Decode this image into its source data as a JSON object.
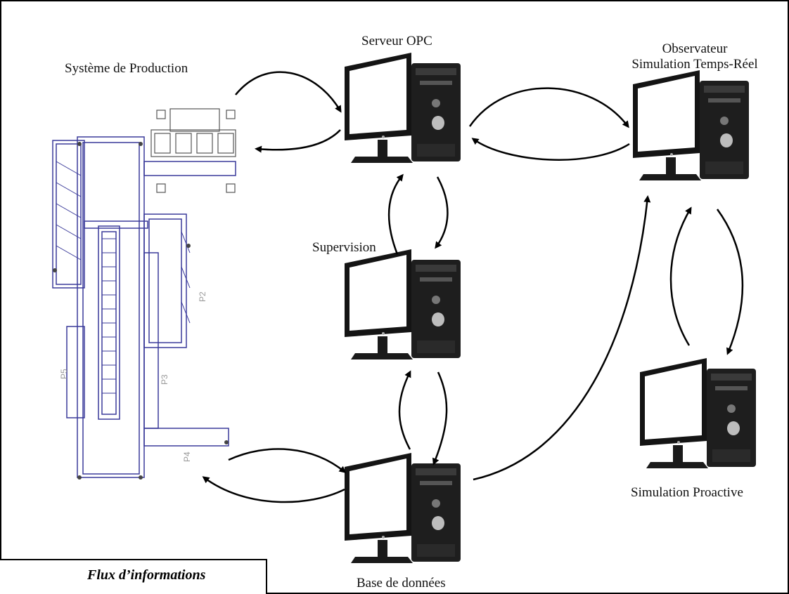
{
  "labels": {
    "production": "Système de Production",
    "opc": "Serveur OPC",
    "observer_line1": "Observateur",
    "observer_line2": "Simulation Temps-Réel",
    "supervision": "Supervision",
    "database": "Base de données",
    "proactive": "Simulation Proactive"
  },
  "layout_tags": {
    "p2": "P2",
    "p3": "P3",
    "p4": "P4",
    "p5": "P5"
  },
  "legend": {
    "label": "Flux d’informations"
  },
  "colors": {
    "line": "#000000",
    "conveyor": "#3a3a9a",
    "monitor_body": "#1a1a1a",
    "screen": "#ffffff"
  }
}
